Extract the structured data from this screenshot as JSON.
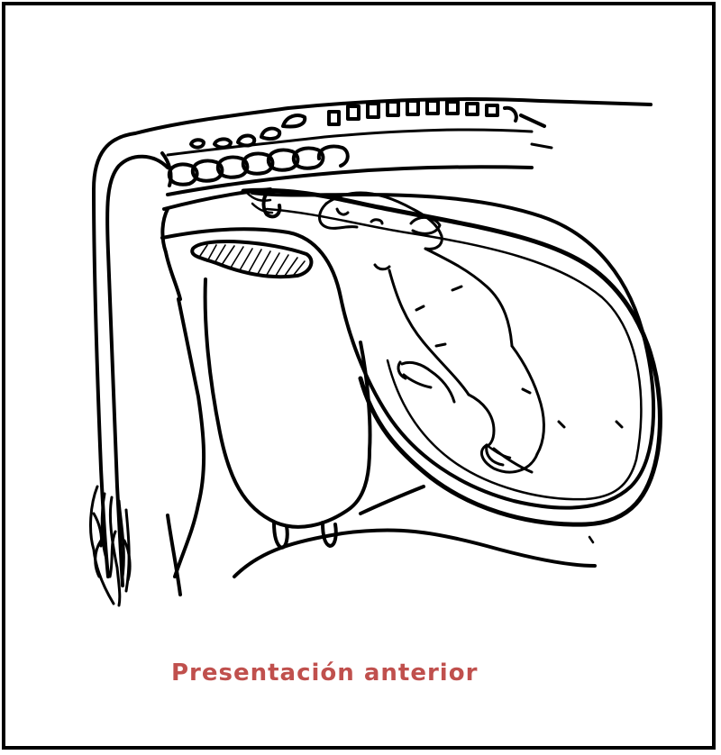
{
  "caption": "Presentación anterior",
  "colors": {
    "caption": "#c0504d",
    "line": "#000000",
    "background": "#ffffff"
  },
  "illustration": {
    "subject": "cow-with-calf-in-uterus",
    "style": "black line drawing"
  }
}
